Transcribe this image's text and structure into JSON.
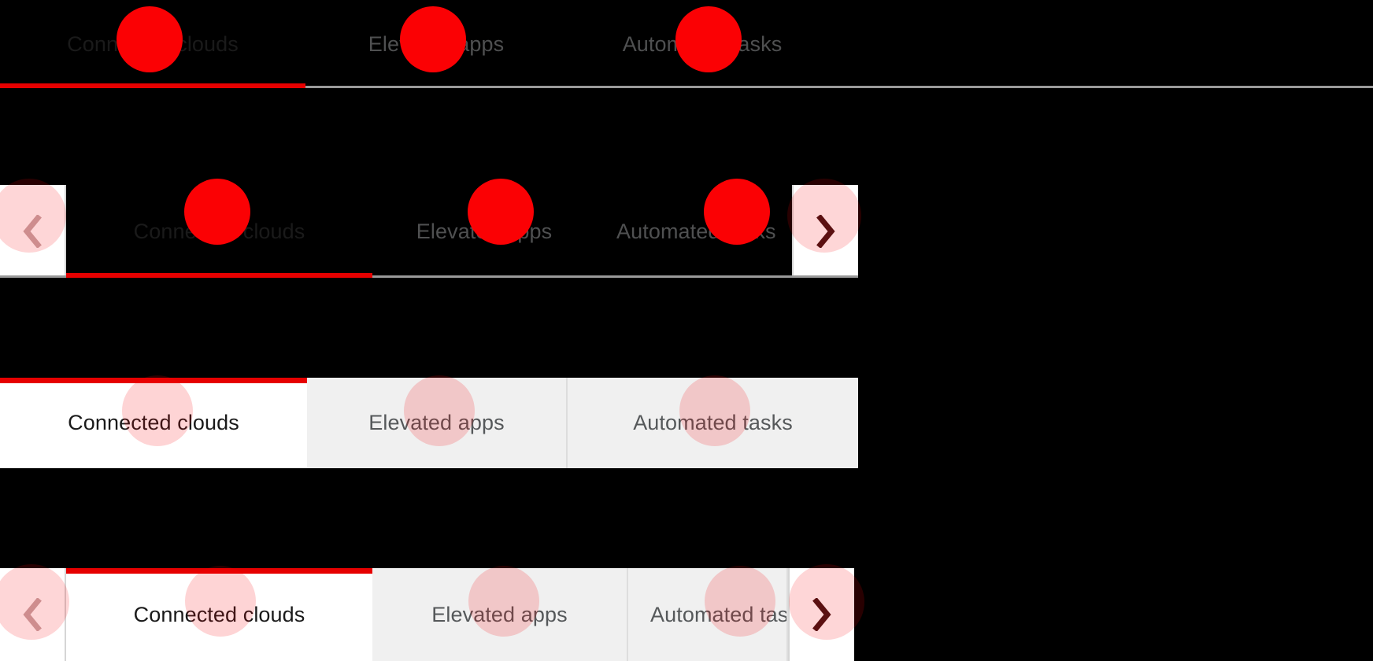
{
  "page": {
    "background_color": "#000000",
    "accent_color": "#e60000",
    "pointer_color": "#fb0104",
    "active_text_color": "#1a1a1a",
    "inactive_text_color": "#55585a"
  },
  "tabs": {
    "items": [
      {
        "label": "Connected clouds",
        "active": true
      },
      {
        "label": "Elevated apps",
        "active": false
      },
      {
        "label": "Automated tasks",
        "active": false
      }
    ]
  },
  "controls": {
    "scroll_left": {
      "icon": "chevron-left-icon",
      "state": "disabled"
    },
    "scroll_right": {
      "icon": "chevron-right-icon",
      "state": "enabled"
    }
  },
  "variants": [
    {
      "id": "underline-dark",
      "style": "underline",
      "has_scroll_buttons": false
    },
    {
      "id": "underline-dark-scrollable",
      "style": "underline",
      "has_scroll_buttons": true
    },
    {
      "id": "boxed-light",
      "style": "boxed",
      "has_scroll_buttons": false
    },
    {
      "id": "boxed-light-scrollable",
      "style": "boxed",
      "has_scroll_buttons": true
    }
  ]
}
